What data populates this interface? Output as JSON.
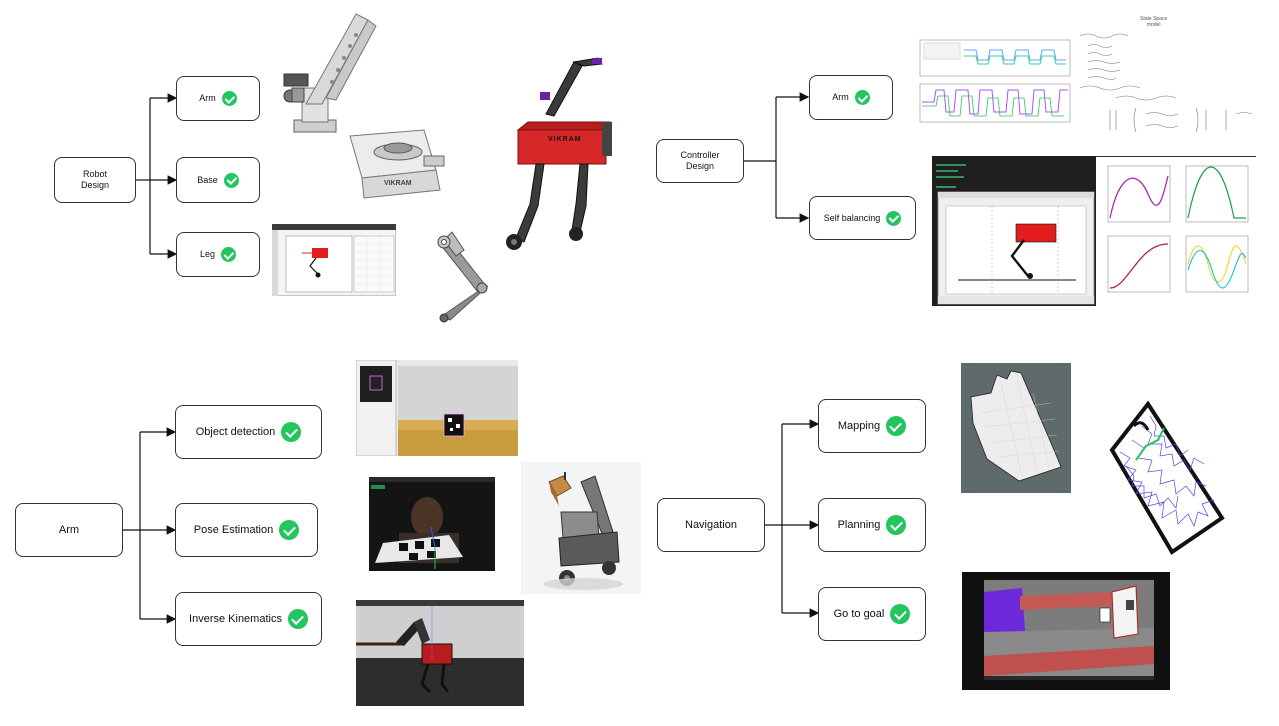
{
  "sections": {
    "robot_design": {
      "root": "Robot\nDesign",
      "children": [
        {
          "label": "Arm",
          "done": true
        },
        {
          "label": "Base",
          "done": true
        },
        {
          "label": "Leg",
          "done": true
        }
      ],
      "robot_body_text": "VIKRAM",
      "base_text": "VIKRAM"
    },
    "controller_design": {
      "root": "Controller\nDesign",
      "children": [
        {
          "label": "Arm",
          "done": true
        },
        {
          "label": "Self balancing",
          "done": true
        }
      ],
      "notes_title": "State Space\nmodel"
    },
    "arm": {
      "root": "Arm",
      "children": [
        {
          "label": "Object detection",
          "done": true
        },
        {
          "label": "Pose Estimation",
          "done": true
        },
        {
          "label": "Inverse Kinematics",
          "done": true
        }
      ]
    },
    "navigation": {
      "root": "Navigation",
      "children": [
        {
          "label": "Mapping",
          "done": true
        },
        {
          "label": "Planning",
          "done": true
        },
        {
          "label": "Go to goal",
          "done": true
        }
      ]
    }
  },
  "colors": {
    "check": "#22c55e",
    "robot_red": "#d62828",
    "line": "#111111"
  }
}
